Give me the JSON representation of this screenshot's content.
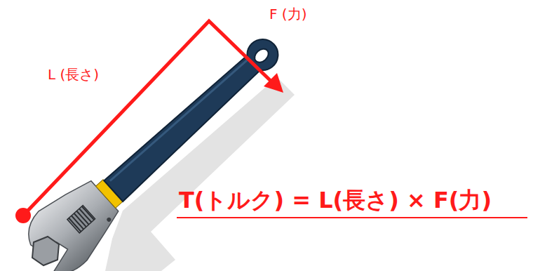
{
  "diagram": {
    "labels": [
      "F (力)",
      "L (長さ)",
      "T(トルク) = L(長さ) × F(力)"
    ]
  }
}
